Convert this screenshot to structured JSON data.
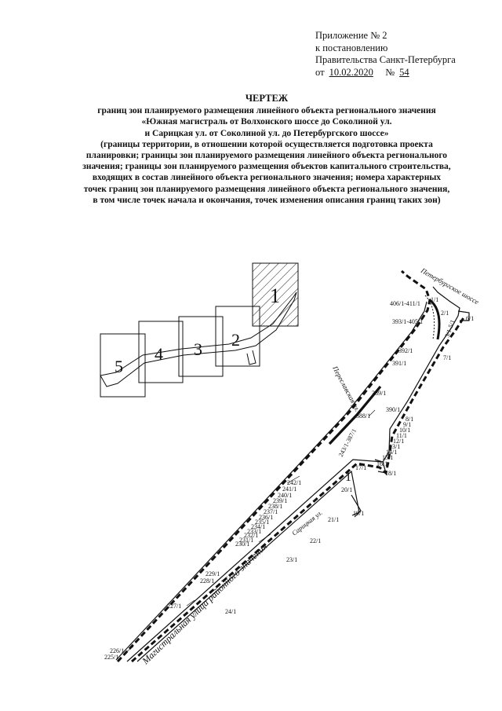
{
  "appendix": {
    "line1": "Приложение № 2",
    "line2": "к постановлению",
    "line3": "Правительства Санкт-Петербурга",
    "date_prefix": "от",
    "date": "10.02.2020",
    "number_prefix": "№",
    "number": "54"
  },
  "title": {
    "heading": "ЧЕРТЕЖ",
    "lines": [
      "границ зон планируемого размещения линейного объекта регионального значения",
      "«Южная магистраль от Волхонского шоссе до Соколиной ул.",
      "и Сарицкая ул. от Соколиной ул. до Петербургского шоссе»",
      "(границы территории, в отношении которой осуществляется подготовка проекта",
      "планировки; границы зон планируемого размещения линейного объекта регионального",
      "значения; границы зон планируемого размещения объектов капитального строительства,",
      "входящих в состав линейного объекта регионального значения; номера характерных",
      "точек границ зон планируемого размещения линейного объекта регионального значения,",
      "в том числе точек начала и окончания, точек изменения описания границ таких зон)"
    ]
  },
  "index_map": {
    "sheets": [
      "1",
      "2",
      "3",
      "4",
      "5"
    ]
  },
  "map": {
    "zone_label": "1",
    "streets": {
      "peterburgskoe": "Петербургское шоссе",
      "pereslavskaya": "Переславская ул.",
      "saritskaya": "Сарицкая ул.",
      "magistral": "Магистральная улица районного значения"
    },
    "point_labels": {
      "p406_411": "406/1-411/1",
      "p1": "1/1",
      "p2": "2/1",
      "p6": "6/1",
      "p393_405": "393/1-405/1",
      "p3_5": "3/1-5/1",
      "p392": "392/1",
      "p7": "7/1",
      "p391": "391/1",
      "p389": "389/1",
      "p390": "390/1",
      "p388": "388/1",
      "p8": "8/1",
      "p9": "9/1",
      "p10": "10/1",
      "p11": "11/1",
      "p12": "12/1",
      "p13": "13/1",
      "p14": "14/1",
      "p15": "15/1",
      "p16": "16/1",
      "p17": "17/1",
      "p18": "18/1",
      "p243_387": "243/1-387/1",
      "p242": "242/1",
      "p241": "241/1",
      "p240": "240/1",
      "p239": "239/1",
      "p238": "238/1",
      "p237": "237/1",
      "p236": "236/1",
      "p235": "235/1",
      "p234": "234/1",
      "p233": "233/1",
      "p232": "232/1",
      "p231": "231/1",
      "p230": "230/1",
      "p20": "20/1",
      "p19": "19/1",
      "p21": "21/1",
      "p22": "22/1",
      "p23": "23/1",
      "p229": "229/1",
      "p228": "228/1",
      "p227": "227/1",
      "p24": "24/1",
      "p226": "226/1",
      "p225": "225/1"
    }
  }
}
